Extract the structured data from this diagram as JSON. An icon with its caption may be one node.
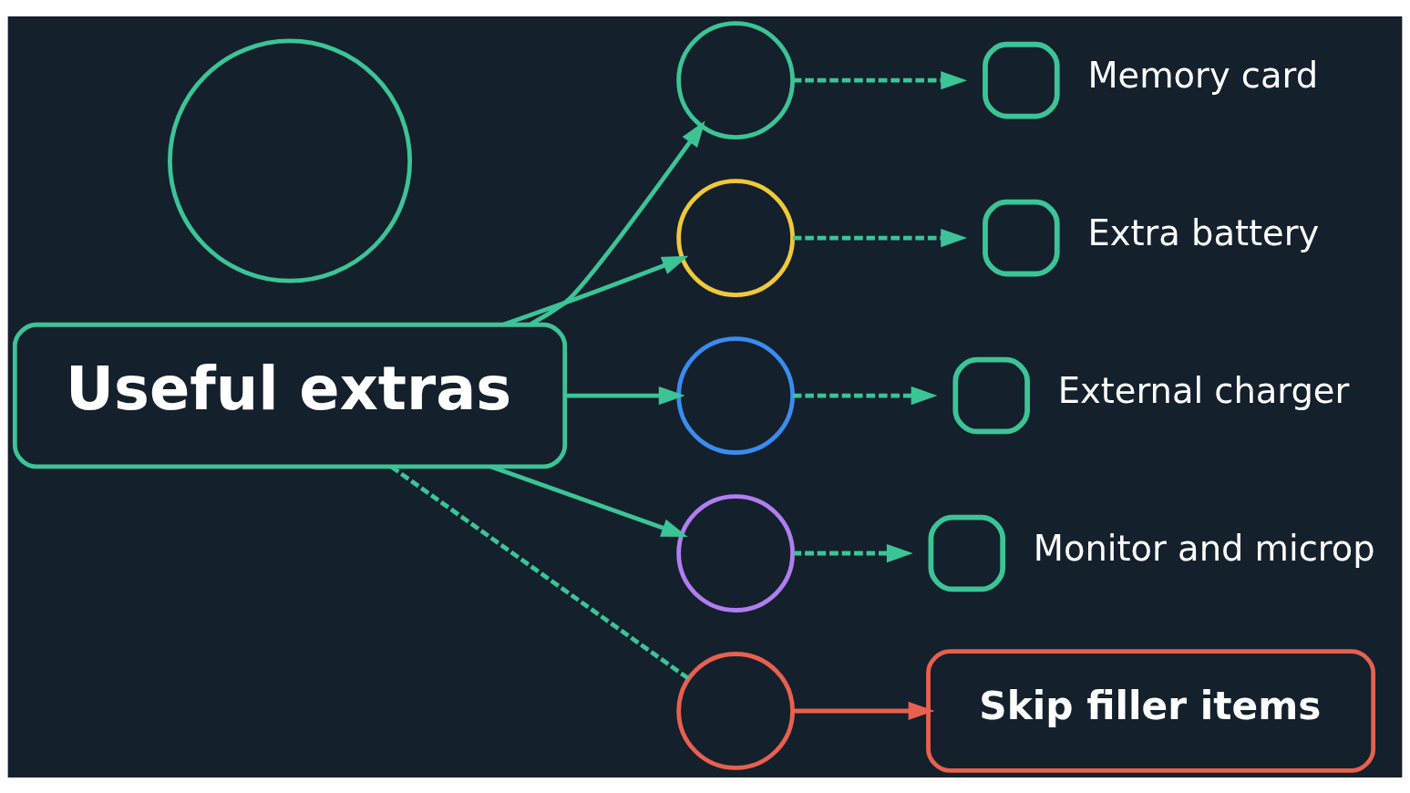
{
  "diagram": {
    "nodes": [
      {
        "text": [
          "Useful extras"
        ]
      },
      {
        "text": [],
        "shape": "circle"
      },
      {
        "text": [],
        "shape": "circle"
      },
      {
        "text": [],
        "shape": "circle"
      },
      {
        "text": [],
        "shape": "circle"
      },
      {
        "text": [],
        "shape": "circle"
      },
      {
        "text": [],
        "shape": "box",
        "beside": [
          "Memory card"
        ]
      },
      {
        "text": [],
        "shape": "box",
        "beside": [
          "Extra battery"
        ]
      },
      {
        "text": [],
        "shape": "box",
        "beside": [
          "External charger"
        ]
      },
      {
        "text": [],
        "shape": "box",
        "beside": [
          "Monitor and microp"
        ]
      },
      {
        "text": [
          "Skip filler items"
        ]
      },
      {
        "text": [],
        "shape": "circle"
      }
    ],
    "edges": [
      {
        "from": 0,
        "to": 1,
        "arrow": "to"
      },
      {
        "from": 0,
        "to": 2,
        "arrow": "to"
      },
      {
        "from": 0,
        "to": 3,
        "arrow": "to"
      },
      {
        "from": 0,
        "to": 4,
        "arrow": "to"
      },
      {
        "from": 0,
        "to": 5,
        "arrow": "none",
        "style": "dashed"
      },
      {
        "from": 1,
        "to": 6,
        "arrow": "to",
        "style": "dashed"
      },
      {
        "from": 2,
        "to": 7,
        "arrow": "to",
        "style": "dashed"
      },
      {
        "from": 3,
        "to": 8,
        "arrow": "to",
        "style": "dashed"
      },
      {
        "from": 4,
        "to": 9,
        "arrow": "to",
        "style": "dashed"
      },
      {
        "from": 5,
        "to": 10,
        "arrow": "to",
        "color": "#e8604f"
      }
    ]
  }
}
